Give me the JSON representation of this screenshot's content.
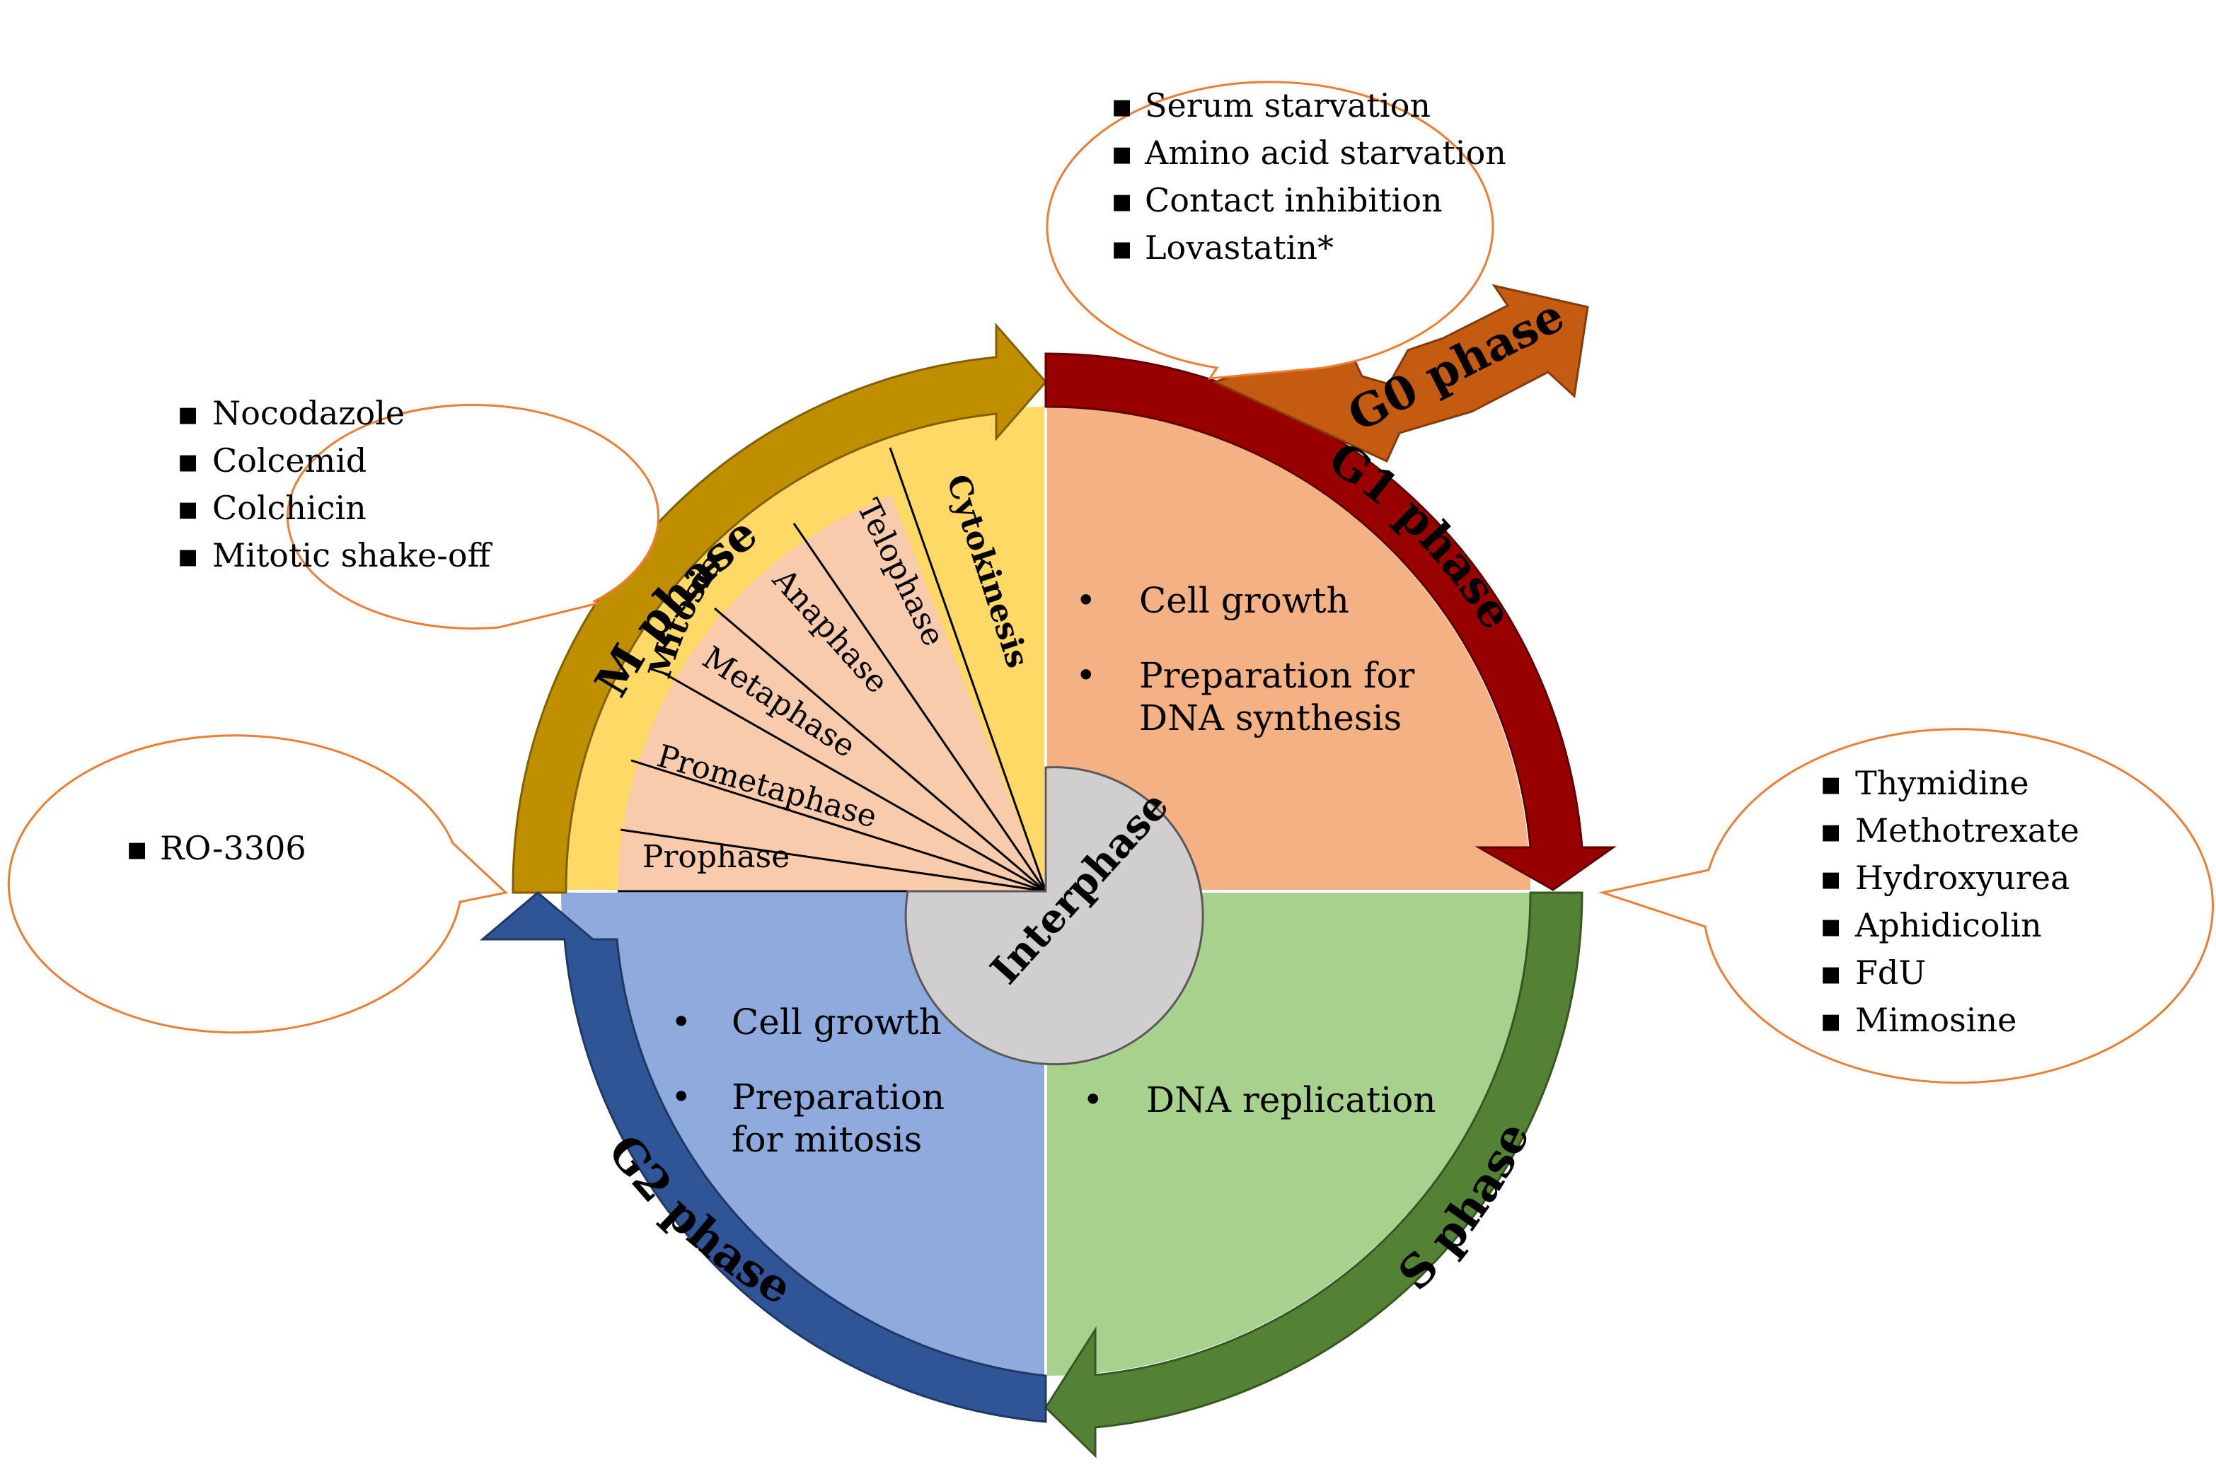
{
  "phases": {
    "m": "M phase",
    "g1": "G1 phase",
    "s": "S phase",
    "g2": "G2 phase",
    "g0": "G0 phase",
    "interphase": "Interphase",
    "mitosis": "Mitosis",
    "cytokinesis": "Cytokinesis"
  },
  "mitosis_stages": [
    "Prophase",
    "Prometaphase",
    "Metaphase",
    "Anaphase",
    "Telophase"
  ],
  "quadrants": {
    "g1": [
      "Cell growth",
      "Preparation for",
      "DNA synthesis"
    ],
    "s": [
      "DNA replication"
    ],
    "g2": [
      "Cell growth",
      "Preparation",
      "for mitosis"
    ]
  },
  "bullets": {
    "square": "▪",
    "round": "•"
  },
  "callouts": {
    "m_phase": [
      "Nocodazole",
      "Colcemid",
      "Colchicin",
      "Mitotic shake-off"
    ],
    "g0": [
      "Serum starvation",
      "Amino acid starvation",
      "Contact inhibition",
      "Lovastatin*"
    ],
    "s_phase": [
      "Thymidine",
      "Methotrexate",
      "Hydroxyurea",
      "Aphidicolin",
      "FdU",
      "Mimosine"
    ],
    "g2_m": [
      "RO-3306"
    ]
  },
  "colors": {
    "m_arrow": "#bf8f00",
    "g1_arrow": "#990000",
    "s_arrow": "#548235",
    "g2_arrow": "#2f5597",
    "g0_arrow": "#c55a11",
    "g1_fill": "#f4b183",
    "s_fill": "#a9d18e",
    "g2_fill": "#8faadc",
    "m_fill": "#ffd966",
    "stage_fill": "#f8cbad",
    "interphase_fill": "#d0cece",
    "callout_stroke": "#ed7d31"
  }
}
